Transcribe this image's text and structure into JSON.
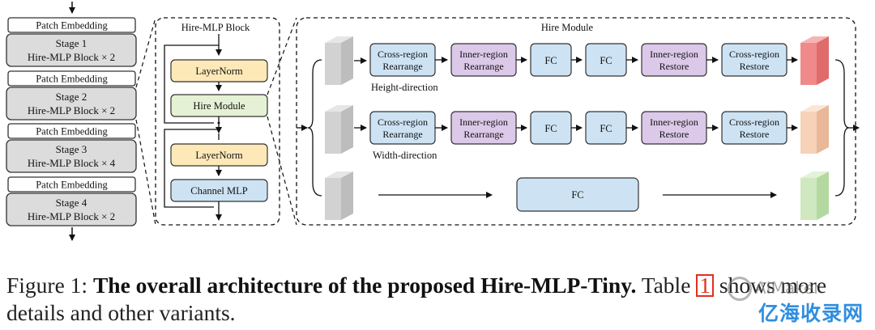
{
  "stages_column": {
    "patch_embedding": "Patch Embedding",
    "stages": [
      {
        "name": "Stage 1",
        "blocks": "Hire-MLP Block × 2"
      },
      {
        "name": "Stage 2",
        "blocks": "Hire-MLP Block × 2"
      },
      {
        "name": "Stage 3",
        "blocks": "Hire-MLP Block × 4"
      },
      {
        "name": "Stage 4",
        "blocks": "Hire-MLP Block × 2"
      }
    ]
  },
  "hire_mlp_block": {
    "title": "Hire-MLP Block",
    "layernorm_1": "LayerNorm",
    "hire_module": "Hire Module",
    "layernorm_2": "LayerNorm",
    "channel_mlp": "Channel MLP"
  },
  "hire_module": {
    "title": "Hire Module",
    "height_direction": "Height-direction",
    "width_direction": "Width-direction",
    "cross_region_rearrange": [
      "Cross-region",
      "Rearrange"
    ],
    "inner_region_rearrange": [
      "Inner-region",
      "Rearrange"
    ],
    "fc": "FC",
    "inner_region_restore": [
      "Inner-region",
      "Restore"
    ],
    "cross_region_restore": [
      "Cross-region",
      "Restore"
    ]
  },
  "colors": {
    "stage_fill": "#dcdcdc",
    "layernorm_fill": "#fde9b8",
    "hire_module_fill": "#e5f1d4",
    "fc_fill": "#cde3f4",
    "inner_region_fill": "#dcc8e8",
    "output_red": "#f08a8a",
    "output_peach": "#f5d2b8",
    "output_green": "#cfe8c0",
    "input_gray": "#d2d2d2"
  },
  "caption": {
    "prefix": "Figure 1: ",
    "bold": "The overall architecture of the proposed Hire-MLP-Tiny.",
    "rest_1": " Table ",
    "ref": "1",
    "rest_2": " shows more details and other variants."
  },
  "watermark": {
    "mark_text": "AIMaker",
    "site_text": "亿海收录网"
  }
}
